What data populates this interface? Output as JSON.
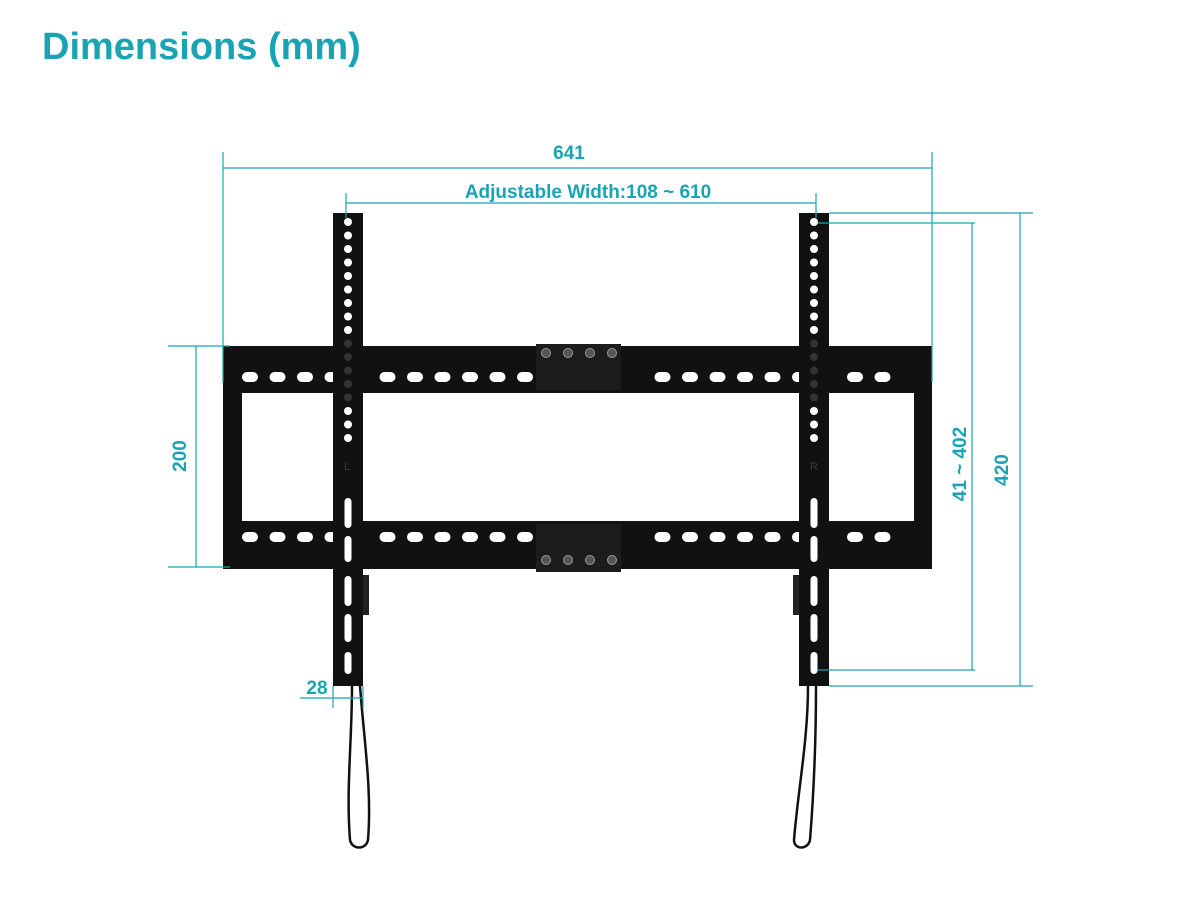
{
  "title": "Dimensions (mm)",
  "colors": {
    "accent": "#1aa3b3",
    "metal": "#111111",
    "background": "#ffffff"
  },
  "dimensions": {
    "overall_width": "641",
    "adjustable_width": "Adjustable Width:108 ~ 610",
    "frame_height": "200",
    "arm_width": "28",
    "adjustable_height": "41 ~ 402",
    "overall_height": "420"
  },
  "arm_labels": {
    "left": "L",
    "right": "R"
  }
}
